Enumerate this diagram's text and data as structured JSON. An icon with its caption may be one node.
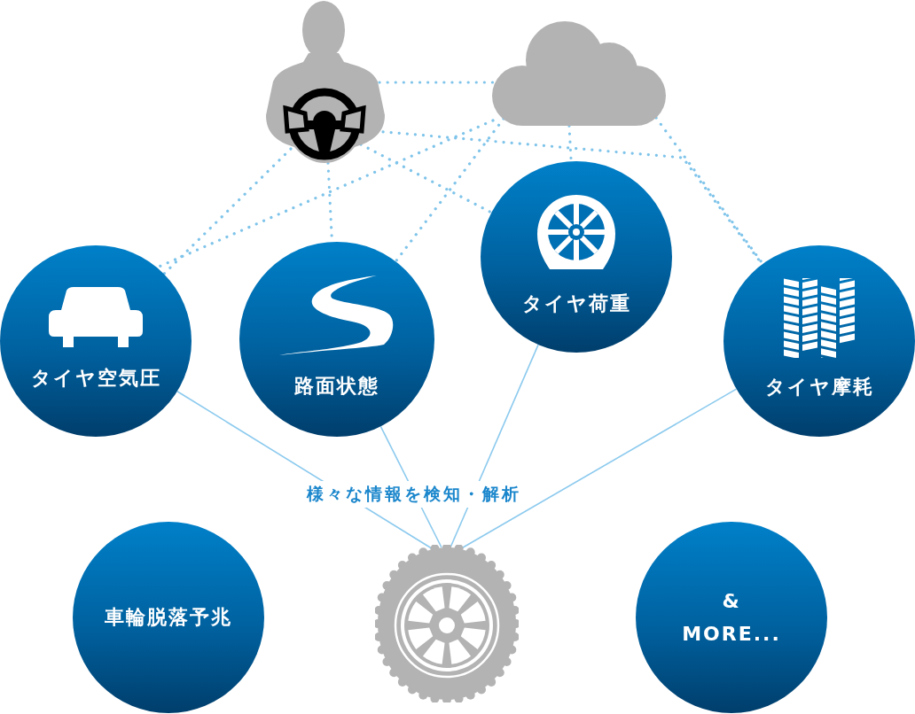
{
  "diagram": {
    "nodes": [
      {
        "text": [],
        "shape": "person"
      },
      {
        "text": [],
        "shape": "cloud"
      },
      {
        "text": [
          "タイヤ空気圧"
        ]
      },
      {
        "text": [
          "路面状態"
        ]
      },
      {
        "text": [
          "タイヤ荷重"
        ]
      },
      {
        "text": [
          "タイヤ摩耗"
        ]
      },
      {
        "text": [
          "車輪脱落予兆"
        ]
      },
      {
        "text": [],
        "shape": "picture"
      },
      {
        "text": [
          "& MORE..."
        ]
      }
    ],
    "edges": [
      {
        "from": 0,
        "to": 1,
        "arrow": "none",
        "style": "dashed"
      },
      {
        "from": 0,
        "to": 2,
        "arrow": "none",
        "style": "dashed"
      },
      {
        "from": 0,
        "to": 3,
        "arrow": "none",
        "style": "dashed"
      },
      {
        "from": 0,
        "to": 4,
        "arrow": "none",
        "style": "dashed"
      },
      {
        "from": 0,
        "to": 5,
        "arrow": "none",
        "style": "dashed"
      },
      {
        "from": 1,
        "to": 2,
        "arrow": "none",
        "style": "dashed"
      },
      {
        "from": 1,
        "to": 3,
        "arrow": "none",
        "style": "dashed"
      },
      {
        "from": 1,
        "to": 4,
        "arrow": "none",
        "style": "dashed"
      },
      {
        "from": 1,
        "to": 5,
        "arrow": "none",
        "style": "dashed"
      },
      {
        "from": 2,
        "to": 7,
        "arrow": "none"
      },
      {
        "from": 3,
        "to": 7,
        "arrow": "none"
      },
      {
        "from": 4,
        "to": 7,
        "arrow": "none"
      },
      {
        "from": 5,
        "to": 7,
        "arrow": "none"
      }
    ],
    "labels": [
      "様々な情報を検知・解析"
    ]
  }
}
